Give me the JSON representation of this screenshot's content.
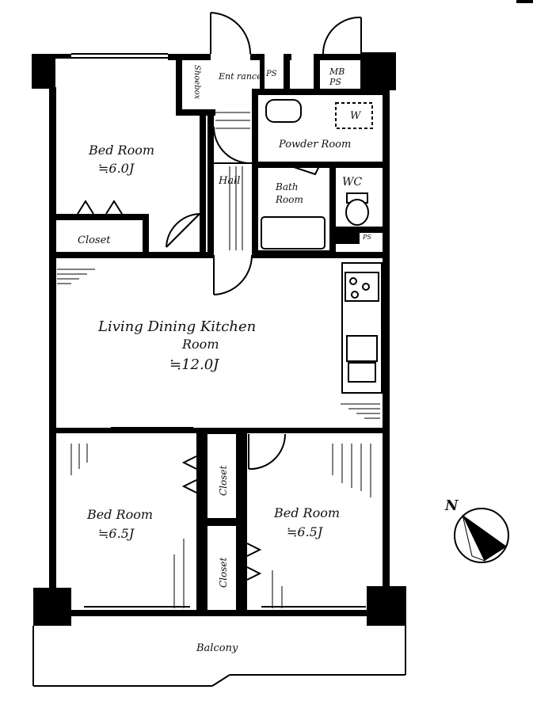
{
  "rooms": {
    "bed_room_top": {
      "name": "Bed Room",
      "size": "≒6.0J"
    },
    "closet_top": {
      "name": "Closet"
    },
    "shoe_box": {
      "name": "Shoebox"
    },
    "entrance": {
      "name": "Ent rance"
    },
    "hall": {
      "name": "Hall"
    },
    "ps_label": {
      "name": "PS"
    },
    "mb_ps": {
      "line1": "MB",
      "line2": "PS"
    },
    "powder_room": {
      "name": "Powder Room"
    },
    "washer_mark": {
      "name": "W"
    },
    "bath_room": {
      "line1": "Bath",
      "line2": "Room"
    },
    "wc": {
      "name": "WC"
    },
    "ps_small": {
      "name": "PS"
    },
    "ldk": {
      "line1": "Living Dining Kitchen",
      "line2": "Room",
      "size": "≒12.0J"
    },
    "bed_room_left": {
      "name": "Bed Room",
      "size": "≒6.5J"
    },
    "bed_room_right": {
      "name": "Bed Room",
      "size": "≒6.5J"
    },
    "closet_mid_upper": {
      "name": "Closet"
    },
    "closet_mid_lower": {
      "name": "Closet"
    },
    "balcony": {
      "name": "Balcony"
    }
  },
  "compass": {
    "label": "N"
  }
}
